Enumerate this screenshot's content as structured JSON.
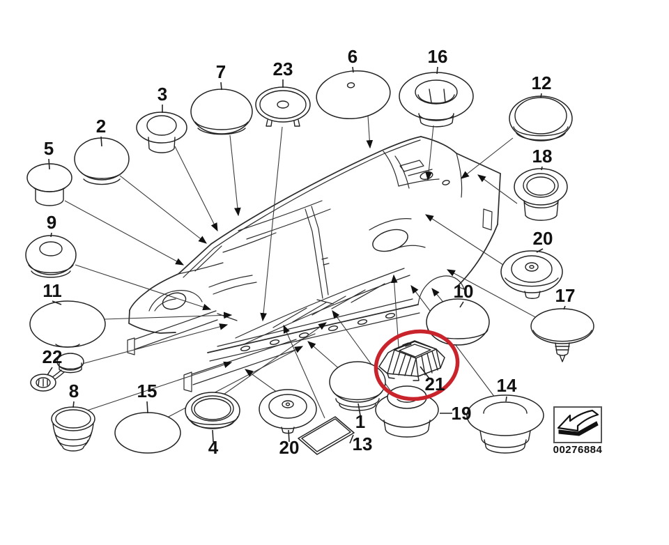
{
  "diagram": {
    "kind": "exploded-parts-diagram",
    "subject": "Car body-in-white with sealing caps / blind plugs / grommets",
    "line_color": "#2b2b2b",
    "background": "#ffffff"
  },
  "labels": {
    "p1": "1",
    "p2": "2",
    "p3": "3",
    "p4": "4",
    "p5": "5",
    "p6": "6",
    "p7": "7",
    "p8": "8",
    "p9": "9",
    "p10": "10",
    "p11": "11",
    "p12": "12",
    "p13": "13",
    "p14": "14",
    "p15": "15",
    "p16": "16",
    "p17": "17",
    "p18": "18",
    "p19": "19",
    "p20_right": "20",
    "p20_bottom": "20",
    "p21": "21",
    "p22": "22",
    "p23": "23"
  },
  "parts": [
    {
      "number": "1",
      "shape": "dome-plug"
    },
    {
      "number": "2",
      "shape": "dome-plug"
    },
    {
      "number": "3",
      "shape": "flanged-plug-with-inner-ring"
    },
    {
      "number": "4",
      "shape": "ring-seal"
    },
    {
      "number": "5",
      "shape": "hat-plug"
    },
    {
      "number": "6",
      "shape": "large-flat-disc-with-pin-hole"
    },
    {
      "number": "7",
      "shape": "large-dome-plug"
    },
    {
      "number": "8",
      "shape": "cup-plug"
    },
    {
      "number": "9",
      "shape": "domed-grommet-with-top-hole"
    },
    {
      "number": "10",
      "shape": "dome-cap"
    },
    {
      "number": "11",
      "shape": "large-flat-oval-disc"
    },
    {
      "number": "12",
      "shape": "rimmed-grommet"
    },
    {
      "number": "13",
      "shape": "flat-rectangular-pad"
    },
    {
      "number": "14",
      "shape": "flat-stepped-plug"
    },
    {
      "number": "15",
      "shape": "flat-oval-disc"
    },
    {
      "number": "16",
      "shape": "funnel-grommet"
    },
    {
      "number": "17",
      "shape": "umbrella-clip"
    },
    {
      "number": "18",
      "shape": "ring-grommet-with-cylinder"
    },
    {
      "number": "19",
      "shape": "stepped-grommet"
    },
    {
      "number": "20",
      "shape": "dimpled-disc-plug"
    },
    {
      "number": "21",
      "shape": "ribbed-rectangular-tray",
      "highlighted": true
    },
    {
      "number": "22",
      "shape": "tethered-plug-with-ring"
    },
    {
      "number": "23",
      "shape": "disc-with-feet"
    }
  ],
  "highlight": {
    "part": "21",
    "color": "#c9232c"
  },
  "legend": {
    "part_number": "00276884",
    "icon": "direction-arrow-icon"
  }
}
